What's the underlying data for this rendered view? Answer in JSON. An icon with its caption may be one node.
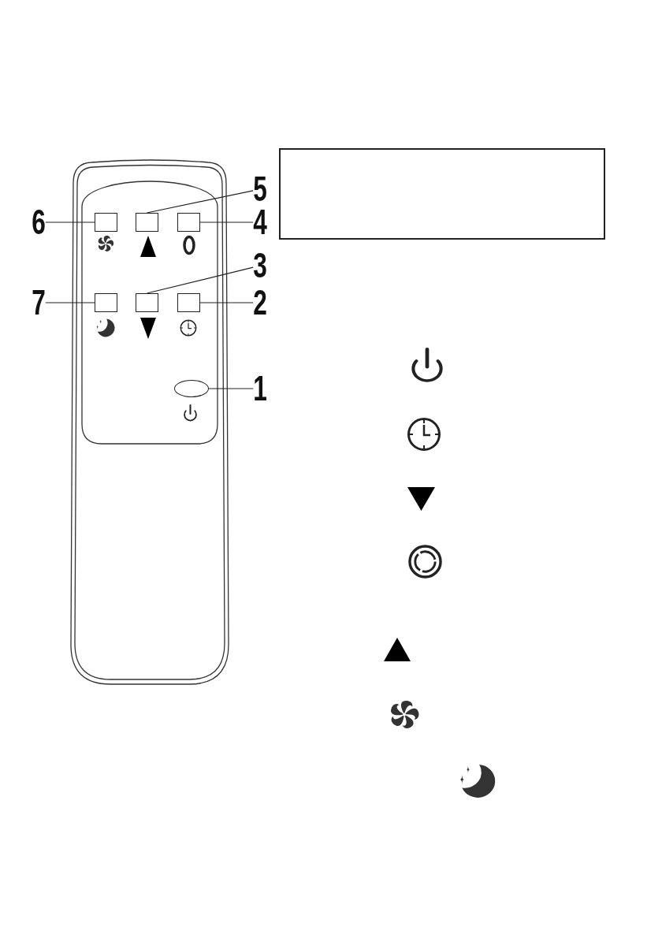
{
  "diagram": {
    "nodes": [
      {
        "text": [
          "5"
        ]
      },
      {
        "text": [
          "6"
        ]
      },
      {
        "text": [
          "4"
        ]
      },
      {
        "text": [
          "3"
        ]
      },
      {
        "text": [
          "7"
        ]
      },
      {
        "text": [
          "2"
        ]
      },
      {
        "text": [
          "1"
        ]
      },
      {
        "text": [],
        "shape": "box"
      },
      {
        "text": [],
        "shape": "box"
      },
      {
        "text": [],
        "shape": "box"
      },
      {
        "text": [],
        "shape": "box"
      },
      {
        "text": [],
        "shape": "box"
      },
      {
        "text": [],
        "shape": "box"
      },
      {
        "text": [],
        "shape": "oval"
      },
      {
        "text": [],
        "shape": "box"
      }
    ],
    "edges": [
      {
        "from": 0,
        "to": 8,
        "arrow": "none"
      },
      {
        "from": 1,
        "to": 7,
        "arrow": "none"
      },
      {
        "from": 2,
        "to": 9,
        "arrow": "none"
      },
      {
        "from": 3,
        "to": 11,
        "arrow": "none"
      },
      {
        "from": 4,
        "to": 10,
        "arrow": "none"
      },
      {
        "from": 5,
        "to": 12,
        "arrow": "none"
      },
      {
        "from": 6,
        "to": 13,
        "arrow": "none"
      }
    ]
  }
}
